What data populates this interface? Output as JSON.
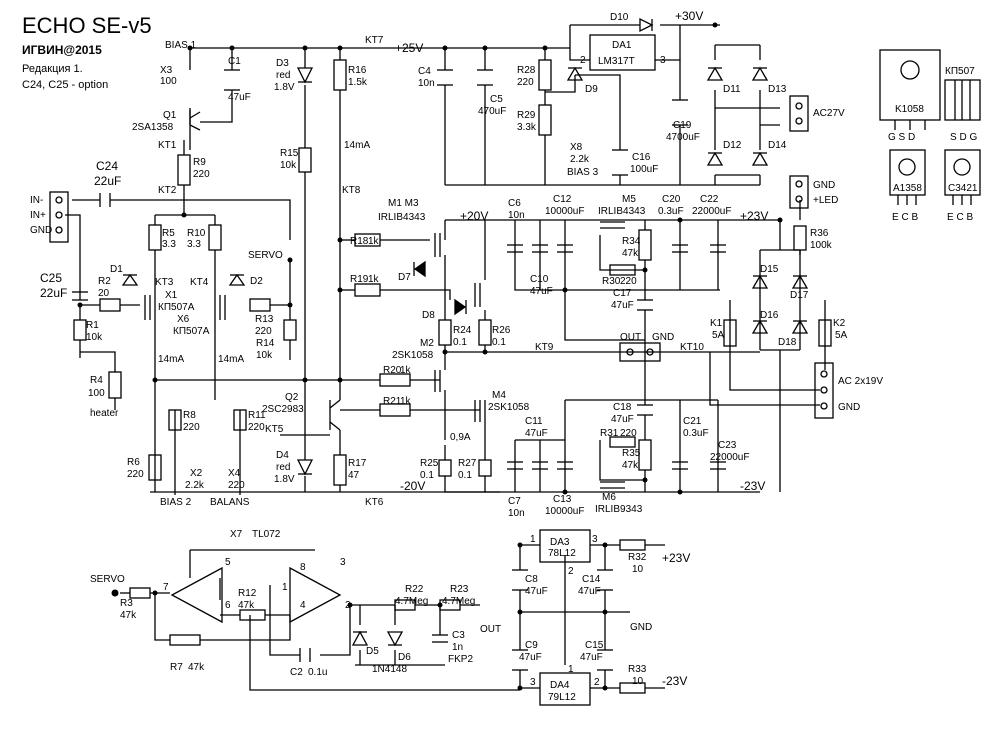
{
  "title": "ECHO SE-v5",
  "author": "ИГВИН@2015",
  "revision": "Редакция 1.",
  "option_note": "C24, C25 - option",
  "rails": {
    "p30": "+30V",
    "p25": "+25V",
    "p23a": "+23V",
    "p20": "+20V",
    "m20": "-20V",
    "m23": "-23V",
    "p23b": "+23V",
    "m23b": "-23V"
  },
  "nets": {
    "bias1": "BIAS 1",
    "bias2": "BIAS 2",
    "bias3": "BIAS 3",
    "balans": "BALANS",
    "servo": "SERVO",
    "servo_in": "SERVO",
    "in_minus": "IN-",
    "in_plus": "IN+",
    "gnd_in": "GND",
    "out": "OUT",
    "gnd_out": "GND",
    "gnd_led": "GND",
    "led": "+LED",
    "ac27": "AC27V",
    "ac2x19": "AC 2x19V",
    "gnd_ac": "GND",
    "gnd_aux": "GND",
    "out_aux": "OUT",
    "heater": "heater"
  },
  "currents": {
    "i1": "14mA",
    "i2": "14mA",
    "i3": "14mA",
    "i4": "0,9A"
  },
  "kt": {
    "kt1": "KT1",
    "kt2": "KT2",
    "kt3": "KT3",
    "kt4": "KT4",
    "kt5": "KT5",
    "kt6": "KT6",
    "kt7": "KT7",
    "kt8": "KT8",
    "kt9": "KT9",
    "kt10": "KT10"
  },
  "components": {
    "x3": [
      "X3",
      "100"
    ],
    "c1": [
      "C1",
      "47uF"
    ],
    "q1": [
      "Q1",
      "2SA1358"
    ],
    "r9": [
      "R9",
      "220"
    ],
    "c24": [
      "C24",
      "22uF"
    ],
    "c25": [
      "C25",
      "22uF"
    ],
    "r5": [
      "R5",
      "3.3"
    ],
    "r10": [
      "R10",
      "3.3"
    ],
    "d1": [
      "D1"
    ],
    "d2": [
      "D2"
    ],
    "r2": [
      "R2",
      "20"
    ],
    "r13": [
      "R13",
      "220"
    ],
    "x1": [
      "X1",
      "КП507А"
    ],
    "x6": [
      "X6",
      "КП507А"
    ],
    "r1": [
      "R1",
      "10k"
    ],
    "r14": [
      "R14",
      "10k"
    ],
    "r4": [
      "R4",
      "100"
    ],
    "d3": [
      "D3",
      "red",
      "1.8V"
    ],
    "r16": [
      "R16",
      "1.5k"
    ],
    "r15": [
      "R15",
      "10k"
    ],
    "q2": [
      "Q2",
      "2SC2983"
    ],
    "d4": [
      "D4",
      "red",
      "1.8V"
    ],
    "r17": [
      "R17",
      "47"
    ],
    "r8": [
      "R8",
      "220"
    ],
    "r11": [
      "R11",
      "220"
    ],
    "r6": [
      "R6",
      "220"
    ],
    "x2": [
      "X2",
      "2.2k"
    ],
    "x4": [
      "X4",
      "220"
    ],
    "c4": [
      "C4",
      "10n"
    ],
    "c5": [
      "C5",
      "470uF"
    ],
    "r28": [
      "R28",
      "220"
    ],
    "r29": [
      "R29",
      "3.3k"
    ],
    "d9": [
      "D9"
    ],
    "d10": [
      "D10"
    ],
    "da1": [
      "DA1",
      "LM317T"
    ],
    "x8": [
      "X8",
      "2.2k"
    ],
    "c16": [
      "C16",
      "100uF"
    ],
    "c19": [
      "C19",
      "4700uF"
    ],
    "d11": [
      "D11"
    ],
    "d12": [
      "D12"
    ],
    "d13": [
      "D13"
    ],
    "d14": [
      "D14"
    ],
    "m1m3": [
      "M1  M3",
      "IRLIB4343"
    ],
    "r18": [
      "R18",
      "1k"
    ],
    "r19": [
      "R19",
      "1k"
    ],
    "d7": [
      "D7"
    ],
    "d8": [
      "D8"
    ],
    "r24": [
      "R24",
      "0.1"
    ],
    "r26": [
      "R26",
      "0.1"
    ],
    "m2": [
      "M2",
      "2SK1058"
    ],
    "r20": [
      "R20",
      "1k"
    ],
    "r21": [
      "R21",
      "1k"
    ],
    "m4": [
      "M4",
      "2SK1058"
    ],
    "r25": [
      "R25",
      "0.1"
    ],
    "r27": [
      "R27",
      "0.1"
    ],
    "c6": [
      "C6",
      "10n"
    ],
    "c12": [
      "C12",
      "10000uF"
    ],
    "m5": [
      "M5",
      "IRLIB4343"
    ],
    "c20": [
      "C20",
      "0.3uF"
    ],
    "c22": [
      "C22",
      "22000uF"
    ],
    "c10": [
      "C10",
      "47uF"
    ],
    "r34": [
      "R34",
      "47k"
    ],
    "r30": [
      "R30",
      "220"
    ],
    "c17": [
      "C17",
      "47uF"
    ],
    "c18": [
      "C18",
      "47uF"
    ],
    "r31": [
      "R31",
      "220"
    ],
    "c21": [
      "C21",
      "0.3uF"
    ],
    "c23": [
      "C23",
      "22000uF"
    ],
    "c11": [
      "C11",
      "47uF"
    ],
    "r35": [
      "R35",
      "47k"
    ],
    "c7": [
      "C7",
      "10n"
    ],
    "c13": [
      "C13",
      "10000uF"
    ],
    "m6": [
      "M6",
      "IRLIB9343"
    ],
    "r36": [
      "R36",
      "100k"
    ],
    "d15": [
      "D15"
    ],
    "d16": [
      "D16"
    ],
    "d17": [
      "D17"
    ],
    "d18": [
      "D18"
    ],
    "k1": [
      "K1",
      "5A"
    ],
    "k2": [
      "K2",
      "5A"
    ],
    "x7": [
      "X7",
      "TL072"
    ],
    "r3": [
      "R3",
      "47k"
    ],
    "r12": [
      "R12",
      "47k"
    ],
    "r7": [
      "R7",
      "47k"
    ],
    "c2": [
      "C2",
      "0.1u"
    ],
    "r22": [
      "R22",
      "4.7Meg"
    ],
    "r23": [
      "R23",
      "4.7Meg"
    ],
    "c3": [
      "C3",
      "1n",
      "FKP2"
    ],
    "d5": [
      "D5"
    ],
    "d6": [
      "D6",
      "1N4148"
    ],
    "da3": [
      "DA3",
      "78L12"
    ],
    "da4": [
      "DA4",
      "79L12"
    ],
    "c8": [
      "C8",
      "47uF"
    ],
    "c9": [
      "C9",
      "47uF"
    ],
    "c14": [
      "C14",
      "47uF"
    ],
    "c15": [
      "C15",
      "47uF"
    ],
    "r32": [
      "R32",
      "10"
    ],
    "r33": [
      "R33",
      "10"
    ]
  },
  "pins": {
    "da1_2": "2",
    "da1_3": "3",
    "u_5": "5",
    "u_3": "3",
    "u_7": "7",
    "u_6": "6",
    "u_8": "8",
    "u_1": "1",
    "u_2": "2",
    "u_4": "4",
    "da3_1": "1",
    "da3_2": "2",
    "da3_3": "3",
    "da4_1": "1",
    "da4_2": "2",
    "da4_3": "3"
  },
  "pinouts": [
    {
      "part": "K1058",
      "pins": "G S D"
    },
    {
      "part": "КП507",
      "pins": "S D G"
    },
    {
      "part": "A1358",
      "pins": "E C B"
    },
    {
      "part": "C3421",
      "pins": "E C B"
    }
  ]
}
